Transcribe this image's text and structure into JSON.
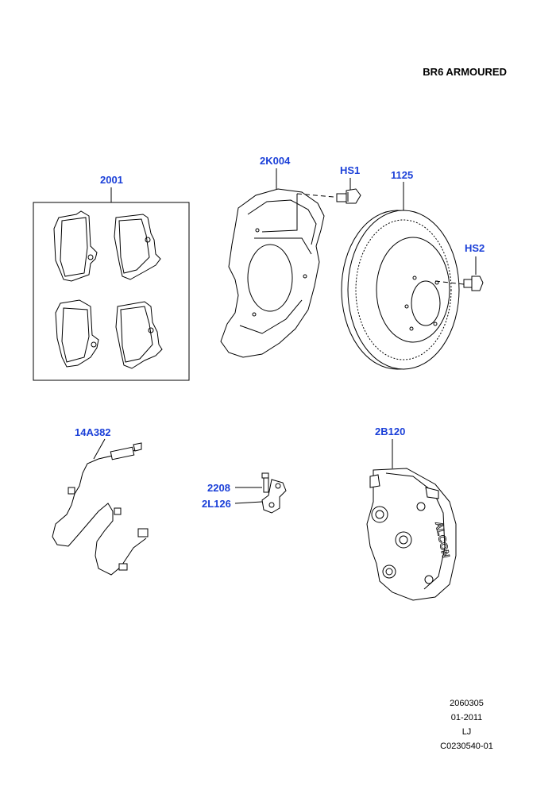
{
  "header": {
    "title": "BR6 ARMOURED"
  },
  "callouts": {
    "pads": "2001",
    "shield": "2K004",
    "hs1": "HS1",
    "disc": "1125",
    "hs2": "HS2",
    "sensor": "14A382",
    "bolt": "2208",
    "bracket": "2L126",
    "caliper": "2B120"
  },
  "reference": {
    "code": "2060305",
    "date": "01-2011",
    "initials": "LJ",
    "drawing": "C0230540-01"
  },
  "colors": {
    "callout": "#1a3fd8",
    "line": "#000000",
    "fill": "#ffffff"
  }
}
